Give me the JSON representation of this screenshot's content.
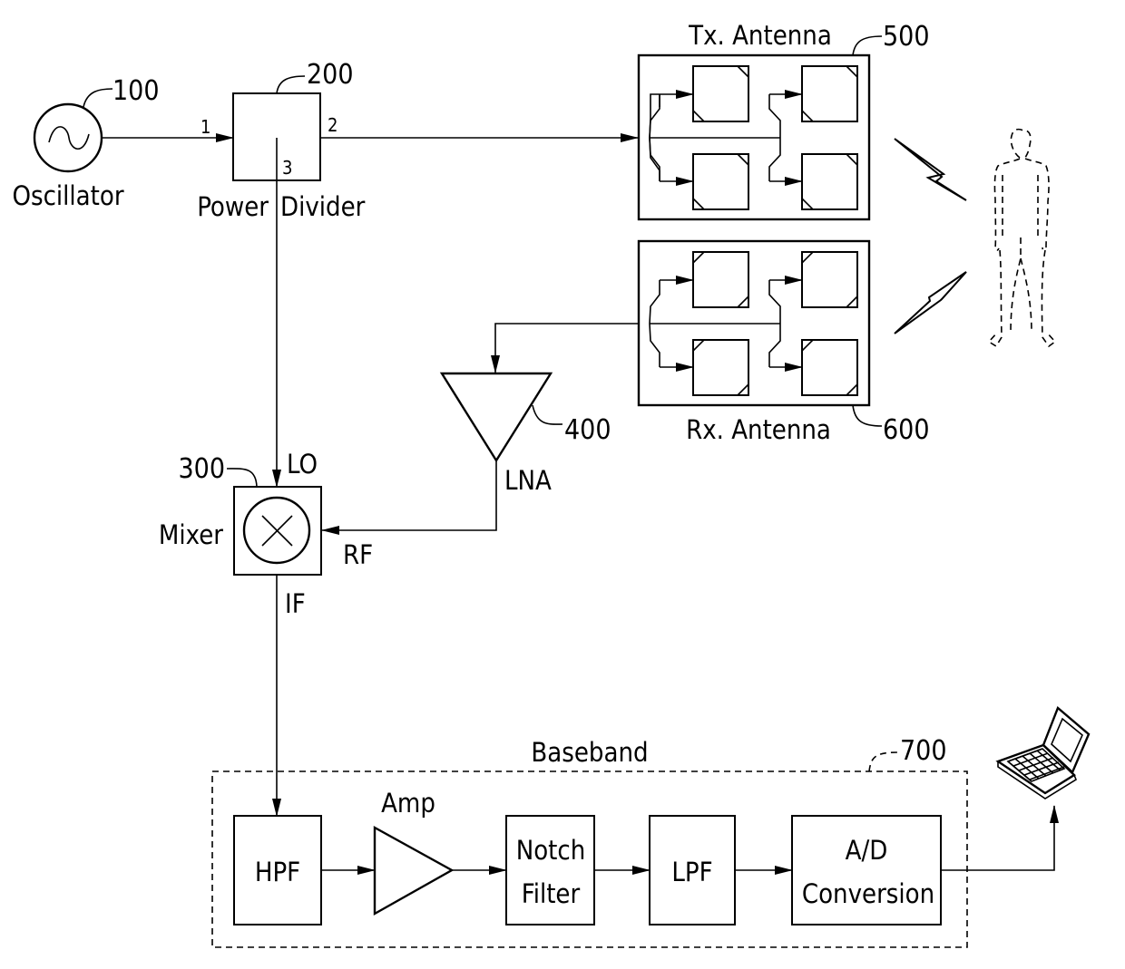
{
  "diagram": {
    "type": "block-diagram",
    "title": "",
    "components": {
      "oscillator": {
        "ref": "100",
        "label": "Oscillator"
      },
      "power_divider": {
        "ref": "200",
        "label_left": "Power",
        "label_right": "Divider",
        "port_1": "1",
        "port_2": "2",
        "port_3": "3"
      },
      "mixer": {
        "ref": "300",
        "label": "Mixer",
        "port_lo": "LO",
        "port_rf": "RF",
        "port_if": "IF"
      },
      "lna": {
        "ref": "400",
        "label": "LNA"
      },
      "tx_antenna": {
        "ref": "500",
        "label": "Tx.  Antenna"
      },
      "rx_antenna": {
        "ref": "600",
        "label": "Rx.  Antenna"
      },
      "baseband": {
        "ref": "700",
        "label": "Baseband"
      },
      "hpf": {
        "label": "HPF"
      },
      "amp": {
        "label": "Amp"
      },
      "notch_filter": {
        "line1": "Notch",
        "line2": "Filter"
      },
      "lpf": {
        "label": "LPF"
      },
      "adc": {
        "line1": "A/D",
        "line2": "Conversion"
      }
    },
    "connections": [
      {
        "from": "oscillator",
        "to": "power_divider.port_1"
      },
      {
        "from": "power_divider.port_2",
        "to": "tx_antenna"
      },
      {
        "from": "power_divider.port_3",
        "to": "mixer.port_lo"
      },
      {
        "from": "rx_antenna",
        "to": "lna"
      },
      {
        "from": "lna",
        "to": "mixer.port_rf"
      },
      {
        "from": "mixer.port_if",
        "to": "hpf"
      },
      {
        "from": "hpf",
        "to": "amp"
      },
      {
        "from": "amp",
        "to": "notch_filter"
      },
      {
        "from": "notch_filter",
        "to": "lpf"
      },
      {
        "from": "lpf",
        "to": "adc"
      },
      {
        "from": "adc",
        "to": "laptop"
      }
    ],
    "icons": [
      "sine-wave-icon",
      "mixer-cross-icon",
      "lightning-bolt-icon",
      "person-silhouette-icon",
      "laptop-icon",
      "patch-antenna-icon"
    ]
  }
}
